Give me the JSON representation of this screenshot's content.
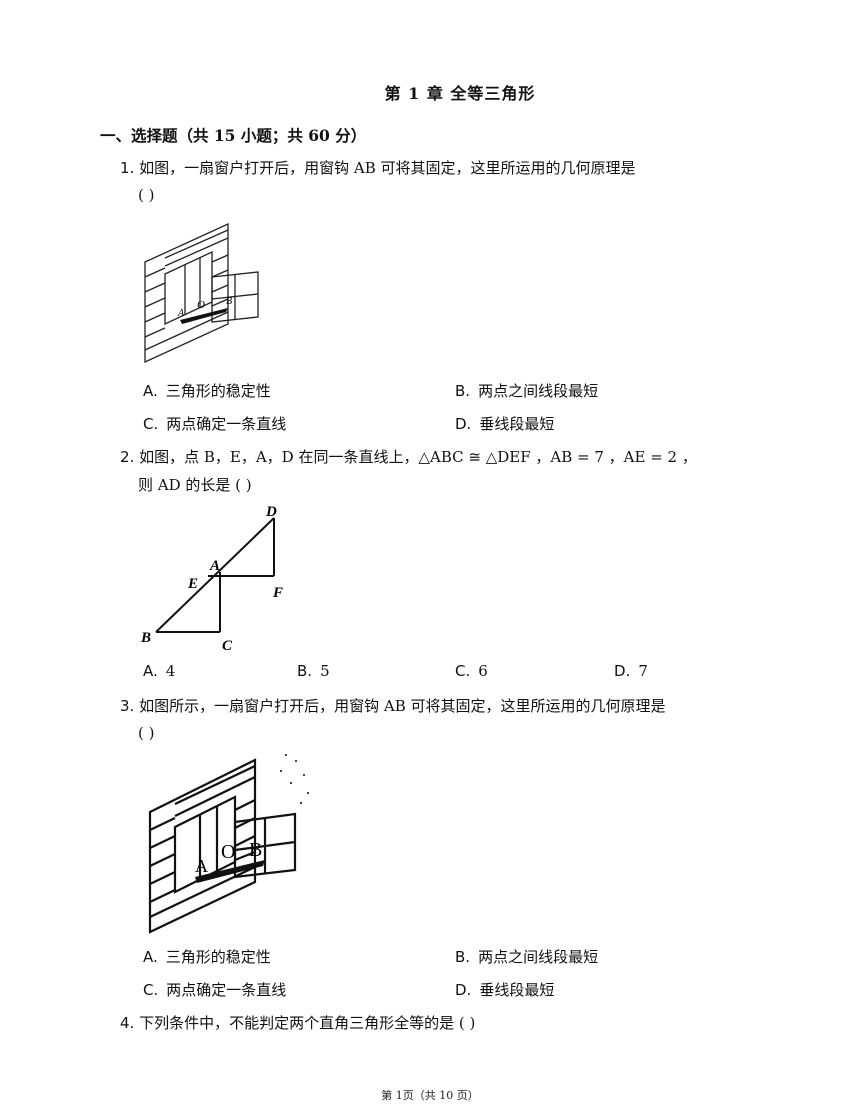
{
  "title": "第 1 章  全等三角形",
  "section": "一、选择题（共 15 小题；共 60 分）",
  "questions": [
    {
      "number": "1.",
      "text": "如图，一扇窗户打开后，用窗钩  AB  可将其固定，这里所运用的几何原理是",
      "paren": "(      )",
      "options": [
        {
          "label": "A.",
          "text": "三角形的稳定性"
        },
        {
          "label": "B.",
          "text": "两点之间线段最短"
        },
        {
          "label": "C.",
          "text": "两点确定一条直线"
        },
        {
          "label": "D.",
          "text": "垂线段最短"
        }
      ],
      "figure_labels": {
        "A": "A",
        "O": "O",
        "B": "B"
      }
    },
    {
      "number": "2.",
      "text_line1": "如图，点  B，E，A，D  在同一条直线上，△ABC ≅ △DEF  ，AB = 7 ，AE = 2 ，",
      "text_line2": "则  AD  的长是 (      )",
      "options": [
        {
          "label": "A.",
          "text": "4"
        },
        {
          "label": "B.",
          "text": "5"
        },
        {
          "label": "C.",
          "text": "6"
        },
        {
          "label": "D.",
          "text": "7"
        }
      ],
      "figure_labels": {
        "D": "D",
        "A": "A",
        "E": "E",
        "F": "F",
        "B": "B",
        "C": "C"
      }
    },
    {
      "number": "3.",
      "text": "如图所示，一扇窗户打开后，用窗钩  AB  可将其固定，这里所运用的几何原理是",
      "paren": "(      )",
      "options": [
        {
          "label": "A.",
          "text": "三角形的稳定性"
        },
        {
          "label": "B.",
          "text": "两点之间线段最短"
        },
        {
          "label": "C.",
          "text": "两点确定一条直线"
        },
        {
          "label": "D.",
          "text": "垂线段最短"
        }
      ],
      "figure_labels": {
        "A": "A",
        "O": "O",
        "B": "B"
      }
    },
    {
      "number": "4.",
      "text": "下列条件中，不能判定两个直角三角形全等的是 (      )"
    }
  ],
  "footer": "第 1页（共 10 页）"
}
